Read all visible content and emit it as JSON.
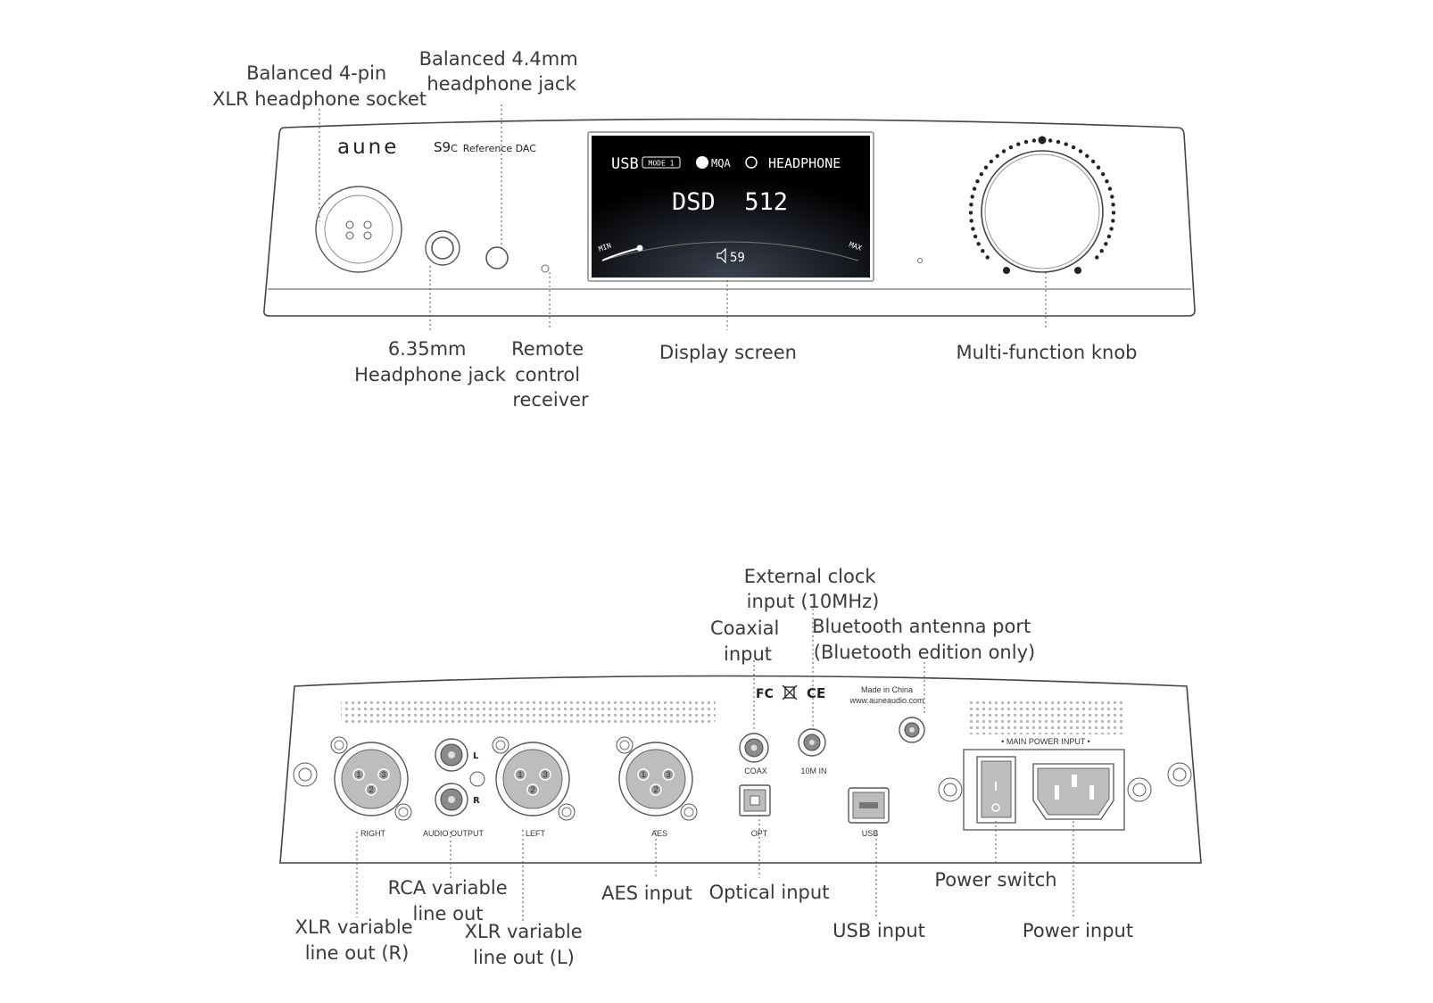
{
  "front": {
    "brand": "aune",
    "model_prefix": "S9",
    "model_suffix": "C",
    "model_name": "Reference DAC",
    "display": {
      "input": "USB",
      "mode": "MODE 1",
      "mqa": "MQA",
      "output": "HEADPHONE",
      "format": "DSD  512",
      "min": "MIN",
      "max": "MAX",
      "volume": "59"
    },
    "callouts": {
      "xlr_socket": [
        "Balanced 4-pin",
        "XLR headphone socket"
      ],
      "jack_44": [
        "Balanced 4.4mm",
        "headphone jack"
      ],
      "jack_635": [
        "6.35mm",
        "Headphone jack"
      ],
      "remote": [
        "Remote",
        "control",
        "receiver"
      ],
      "display": [
        "Display screen"
      ],
      "knob": [
        "Multi-function knob"
      ]
    }
  },
  "rear": {
    "compliance": [
      "FC",
      "CE"
    ],
    "made_in": "Made in China",
    "website": "www.auneaudio.com",
    "main_power_label": "• MAIN POWER INPUT •",
    "port_labels": {
      "right": "RIGHT",
      "audio_output": "AUDIO OUTPUT",
      "rca_l": "L",
      "rca_r": "R",
      "left": "LEFT",
      "aes": "AES",
      "coax": "COAX",
      "opt": "OPT",
      "clock": "10M IN",
      "usb": "USB"
    },
    "xlr_pins": [
      "1",
      "2",
      "3"
    ],
    "callouts": {
      "clock": [
        "External clock",
        "input (10MHz)"
      ],
      "coax": [
        "Coaxial",
        "input"
      ],
      "bt": [
        "Bluetooth antenna port",
        "(Bluetooth edition only)"
      ],
      "xlr_r": [
        "XLR variable",
        "line out (R)"
      ],
      "rca": [
        "RCA variable",
        "line out"
      ],
      "xlr_l": [
        "XLR variable",
        "line out (L)"
      ],
      "aes": [
        "AES input"
      ],
      "optical": [
        "Optical input"
      ],
      "usb": [
        "USB input"
      ],
      "power_switch": [
        "Power switch"
      ],
      "power_input": [
        "Power input"
      ]
    }
  }
}
